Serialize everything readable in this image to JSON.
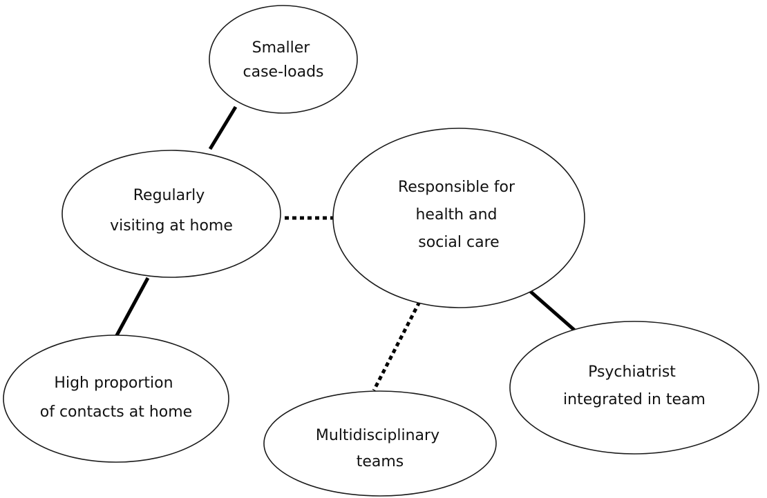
{
  "diagram": {
    "nodes": {
      "smaller_caseloads": {
        "lines": [
          "Smaller",
          "case-loads"
        ]
      },
      "regularly_visiting": {
        "lines": [
          "Regularly",
          "visiting at home"
        ]
      },
      "responsible_care": {
        "lines": [
          "Responsible for",
          "health and",
          "social care"
        ]
      },
      "high_proportion": {
        "lines": [
          "High proportion",
          "of contacts at home"
        ]
      },
      "multidisciplinary": {
        "lines": [
          "Multidisciplinary",
          "teams"
        ]
      },
      "psychiatrist": {
        "lines": [
          "Psychiatrist",
          "integrated in team"
        ]
      }
    },
    "edges": [
      {
        "from": "smaller_caseloads",
        "to": "regularly_visiting",
        "style": "solid"
      },
      {
        "from": "regularly_visiting",
        "to": "high_proportion",
        "style": "solid"
      },
      {
        "from": "regularly_visiting",
        "to": "responsible_care",
        "style": "dotted"
      },
      {
        "from": "responsible_care",
        "to": "multidisciplinary",
        "style": "dotted"
      },
      {
        "from": "responsible_care",
        "to": "psychiatrist",
        "style": "solid"
      }
    ],
    "colors": {
      "stroke": "#1a1a1a",
      "connector": "#000000",
      "background": "#ffffff",
      "text": "#111111"
    }
  }
}
